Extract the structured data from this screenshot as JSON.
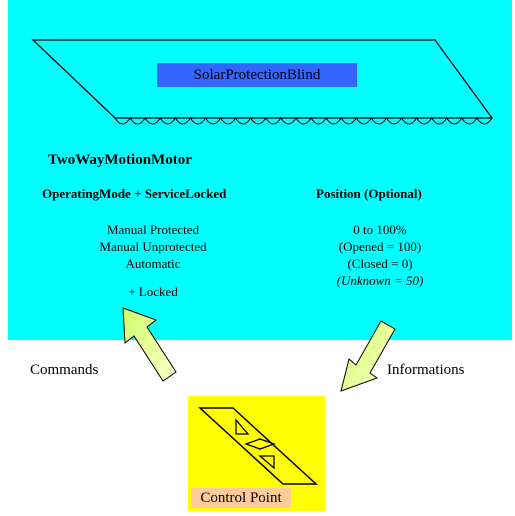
{
  "blind": {
    "label": "SolarProtectionBlind"
  },
  "motor": {
    "title": "TwoWayMotionMotor",
    "operating_mode": {
      "header": "OperatingMode + ServiceLocked",
      "modes": [
        "Manual Protected",
        "Manual Unprotected",
        "Automatic"
      ],
      "locked": "+ Locked"
    },
    "position": {
      "header": "Position (Optional)",
      "range": "0 to 100%",
      "opened": "(Opened = 100)",
      "closed": "(Closed = 0)",
      "unknown": "(Unknown = 50)"
    }
  },
  "arrows": {
    "commands": "Commands",
    "informations": "Informations"
  },
  "control_point": {
    "label": "Control Point"
  },
  "colors": {
    "panel": "#00ffff",
    "blind_label_bg": "#3366ff",
    "control_point_bg": "#ffff00",
    "control_point_label_bg": "#ffcc99",
    "arrow_fill_start": "#ccff66",
    "arrow_fill_end": "#ffffcc"
  }
}
